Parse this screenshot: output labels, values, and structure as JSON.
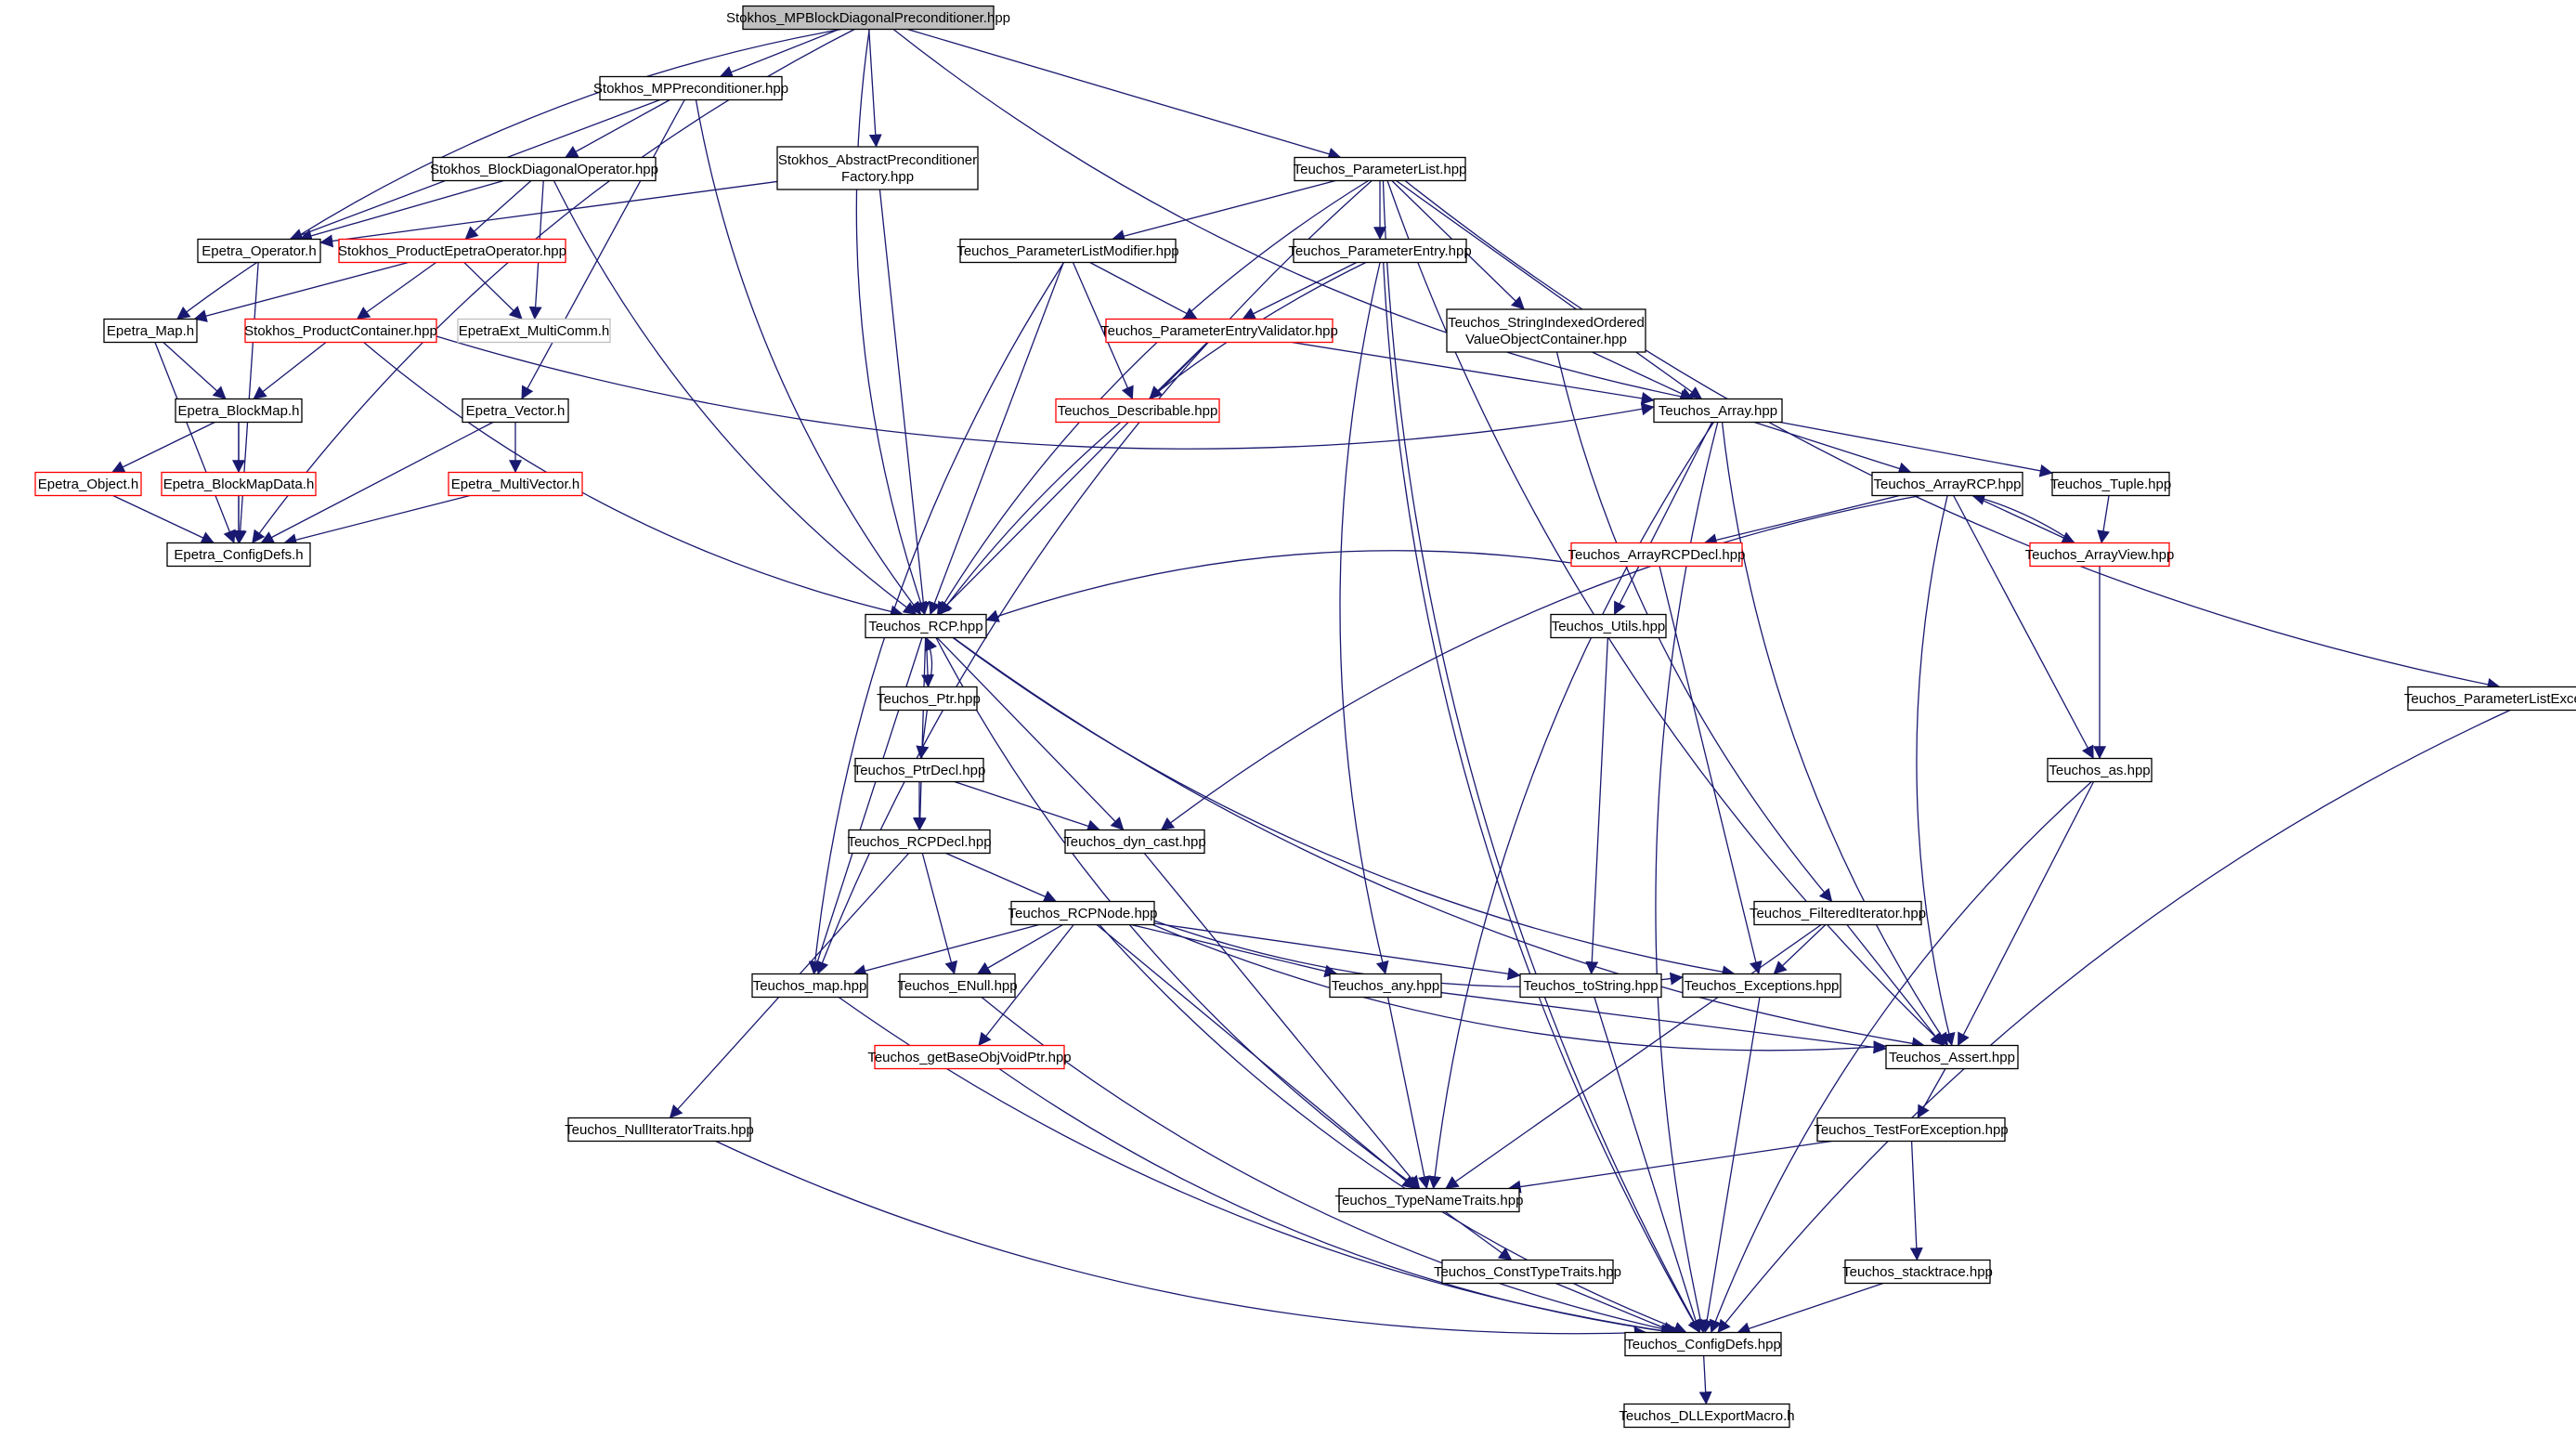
{
  "graph": {
    "title": "Stokhos_MPBlockDiagonalPreconditioner.hpp",
    "colors": {
      "edge": "#191970",
      "normal_border": "#000000",
      "red_border": "#ff0000",
      "gray_border": "#bfbfbf",
      "root_fill": "#bfbfbf",
      "fill": "#ffffff"
    },
    "nodes": [
      {
        "id": "root",
        "lines": [
          "Stokhos_MPBlockDiagonalPreconditioner.hpp"
        ],
        "style": "root"
      },
      {
        "id": "mpprec",
        "lines": [
          "Stokhos_MPPreconditioner.hpp"
        ],
        "style": "normal"
      },
      {
        "id": "absprec",
        "lines": [
          "Stokhos_AbstractPreconditioner",
          "Factory.hpp"
        ],
        "style": "normal"
      },
      {
        "id": "blockdiag",
        "lines": [
          "Stokhos_BlockDiagonalOperator.hpp"
        ],
        "style": "normal"
      },
      {
        "id": "paramlist",
        "lines": [
          "Teuchos_ParameterList.hpp"
        ],
        "style": "normal"
      },
      {
        "id": "epetraop",
        "lines": [
          "Epetra_Operator.h"
        ],
        "style": "normal"
      },
      {
        "id": "prodepop",
        "lines": [
          "Stokhos_ProductEpetraOperator.hpp"
        ],
        "style": "red"
      },
      {
        "id": "plmod",
        "lines": [
          "Teuchos_ParameterListModifier.hpp"
        ],
        "style": "normal"
      },
      {
        "id": "pentry",
        "lines": [
          "Teuchos_ParameterEntry.hpp"
        ],
        "style": "normal"
      },
      {
        "id": "epetramap",
        "lines": [
          "Epetra_Map.h"
        ],
        "style": "normal"
      },
      {
        "id": "prodcont",
        "lines": [
          "Stokhos_ProductContainer.hpp"
        ],
        "style": "red"
      },
      {
        "id": "multicomm",
        "lines": [
          "EpetraExt_MultiComm.h"
        ],
        "style": "gray"
      },
      {
        "id": "pevalid",
        "lines": [
          "Teuchos_ParameterEntryValidator.hpp"
        ],
        "style": "red"
      },
      {
        "id": "strindexed",
        "lines": [
          "Teuchos_StringIndexedOrdered",
          "ValueObjectContainer.hpp"
        ],
        "style": "normal"
      },
      {
        "id": "blockmap",
        "lines": [
          "Epetra_BlockMap.h"
        ],
        "style": "normal"
      },
      {
        "id": "epetravec",
        "lines": [
          "Epetra_Vector.h"
        ],
        "style": "normal"
      },
      {
        "id": "describable",
        "lines": [
          "Teuchos_Describable.hpp"
        ],
        "style": "red"
      },
      {
        "id": "tarray",
        "lines": [
          "Teuchos_Array.hpp"
        ],
        "style": "normal"
      },
      {
        "id": "epobject",
        "lines": [
          "Epetra_Object.h"
        ],
        "style": "red"
      },
      {
        "id": "bmapdata",
        "lines": [
          "Epetra_BlockMapData.h"
        ],
        "style": "red"
      },
      {
        "id": "multivec",
        "lines": [
          "Epetra_MultiVector.h"
        ],
        "style": "red"
      },
      {
        "id": "arrayrcp",
        "lines": [
          "Teuchos_ArrayRCP.hpp"
        ],
        "style": "normal"
      },
      {
        "id": "tuple",
        "lines": [
          "Teuchos_Tuple.hpp"
        ],
        "style": "normal"
      },
      {
        "id": "epconfig",
        "lines": [
          "Epetra_ConfigDefs.h"
        ],
        "style": "normal"
      },
      {
        "id": "arcpdecl",
        "lines": [
          "Teuchos_ArrayRCPDecl.hpp"
        ],
        "style": "red"
      },
      {
        "id": "arrayview",
        "lines": [
          "Teuchos_ArrayView.hpp"
        ],
        "style": "red"
      },
      {
        "id": "rcp",
        "lines": [
          "Teuchos_RCP.hpp"
        ],
        "style": "normal"
      },
      {
        "id": "utils",
        "lines": [
          "Teuchos_Utils.hpp"
        ],
        "style": "normal"
      },
      {
        "id": "ptr",
        "lines": [
          "Teuchos_Ptr.hpp"
        ],
        "style": "normal"
      },
      {
        "id": "plexcept",
        "lines": [
          "Teuchos_ParameterListExceptions.hpp"
        ],
        "style": "normal"
      },
      {
        "id": "ptrdecl",
        "lines": [
          "Teuchos_PtrDecl.hpp"
        ],
        "style": "normal"
      },
      {
        "id": "tas",
        "lines": [
          "Teuchos_as.hpp"
        ],
        "style": "normal"
      },
      {
        "id": "rcpdecl",
        "lines": [
          "Teuchos_RCPDecl.hpp"
        ],
        "style": "normal"
      },
      {
        "id": "dyncast",
        "lines": [
          "Teuchos_dyn_cast.hpp"
        ],
        "style": "normal"
      },
      {
        "id": "rcpnode",
        "lines": [
          "Teuchos_RCPNode.hpp"
        ],
        "style": "normal"
      },
      {
        "id": "filtered",
        "lines": [
          "Teuchos_FilteredIterator.hpp"
        ],
        "style": "normal"
      },
      {
        "id": "tmap",
        "lines": [
          "Teuchos_map.hpp"
        ],
        "style": "normal"
      },
      {
        "id": "enull",
        "lines": [
          "Teuchos_ENull.hpp"
        ],
        "style": "normal"
      },
      {
        "id": "tany",
        "lines": [
          "Teuchos_any.hpp"
        ],
        "style": "normal"
      },
      {
        "id": "tostring",
        "lines": [
          "Teuchos_toString.hpp"
        ],
        "style": "normal"
      },
      {
        "id": "texcept",
        "lines": [
          "Teuchos_Exceptions.hpp"
        ],
        "style": "normal"
      },
      {
        "id": "tassert",
        "lines": [
          "Teuchos_Assert.hpp"
        ],
        "style": "normal"
      },
      {
        "id": "getbase",
        "lines": [
          "Teuchos_getBaseObjVoidPtr.hpp"
        ],
        "style": "red"
      },
      {
        "id": "nullit",
        "lines": [
          "Teuchos_NullIteratorTraits.hpp"
        ],
        "style": "normal"
      },
      {
        "id": "testfor",
        "lines": [
          "Teuchos_TestForException.hpp"
        ],
        "style": "normal"
      },
      {
        "id": "typename",
        "lines": [
          "Teuchos_TypeNameTraits.hpp"
        ],
        "style": "normal"
      },
      {
        "id": "consttype",
        "lines": [
          "Teuchos_ConstTypeTraits.hpp"
        ],
        "style": "normal"
      },
      {
        "id": "stacktrace",
        "lines": [
          "Teuchos_stacktrace.hpp"
        ],
        "style": "normal"
      },
      {
        "id": "tconfig",
        "lines": [
          "Teuchos_ConfigDefs.hpp"
        ],
        "style": "normal"
      },
      {
        "id": "dllexport",
        "lines": [
          "Teuchos_DLLExportMacro.h"
        ],
        "style": "normal"
      }
    ]
  }
}
